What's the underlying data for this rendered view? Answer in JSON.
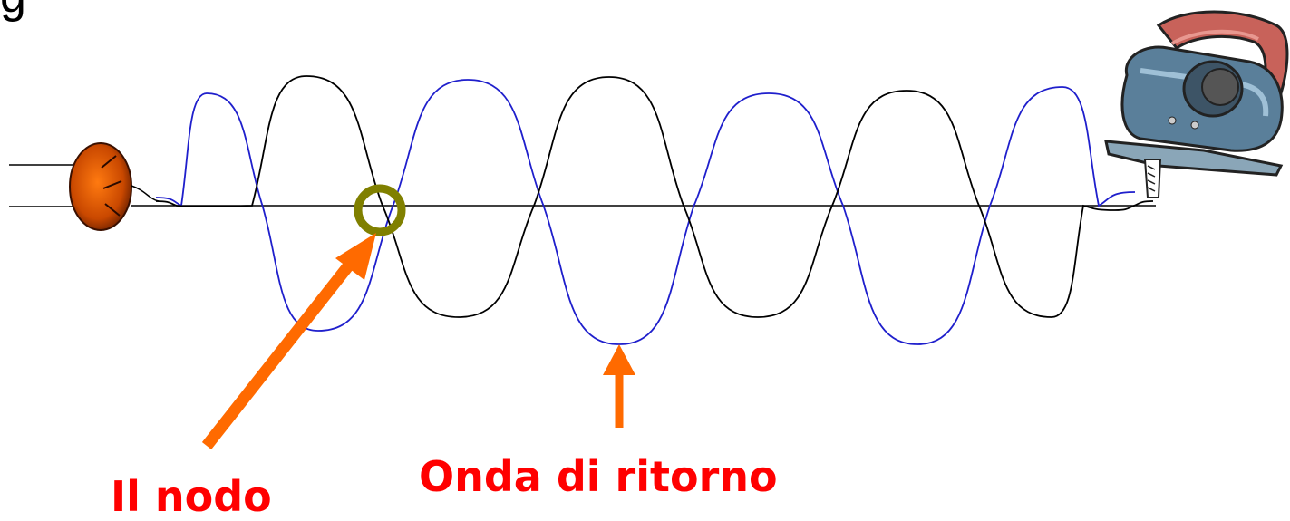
{
  "labels": {
    "top_left_fragment": "g",
    "node": "Il nodo",
    "return_wave": "Onda di ritorno"
  },
  "colors": {
    "incoming_wave": "#1f1fcc",
    "reflected_wave": "#000000",
    "arrow": "#ff6a00",
    "node_marker": "#808000",
    "label_text": "#ff0000",
    "ball": "#e05a00"
  },
  "icons": {
    "source": "brown-ball-icon",
    "reflector": "jigsaw-tool-icon"
  }
}
